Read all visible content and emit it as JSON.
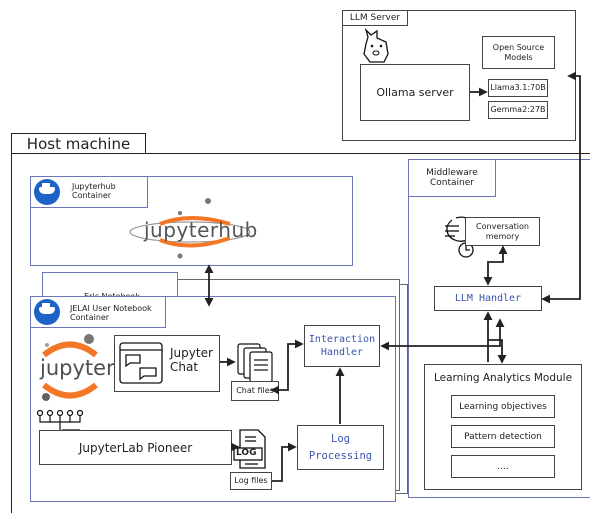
{
  "llm_server": {
    "title": "LLM Server",
    "ollama": "Ollama server",
    "open_source_models": "Open Source\nModels",
    "model_1": "Llama3.1:70B",
    "model_2": "Gemma2:27B"
  },
  "host": {
    "title": "Host machine"
  },
  "middleware": {
    "title": "Middleware\nContainer",
    "conversation_memory": "Conversation\nmemory",
    "llm_handler": "LLM Handler",
    "lam_title": "Learning Analytics Module",
    "lam_items": [
      "Learning objectives",
      "Pattern detection",
      "...."
    ]
  },
  "jupyterhub": {
    "title": "Jupyterhub\nContainer",
    "logo_text": "jupyterhub"
  },
  "user_notebook": {
    "back_title": "Eric Notebook",
    "title": "JELAI User Notebook\nContainer",
    "jupyter_logo": "jupyter",
    "jupyter_chat": "Jupyter\nChat",
    "chat_files": "Chat files",
    "interaction_handler": "Interaction\nHandler",
    "pioneer": "JupyterLab Pioneer",
    "log_icon": "LOG",
    "log_files": "Log files",
    "log_processing": "Log\nProcessing"
  },
  "colors": {
    "docker_blue": "#1d63c7",
    "container_border": "#6b75b8",
    "mono_blue": "#3a55b0",
    "jupyter_orange": "#f37726"
  }
}
